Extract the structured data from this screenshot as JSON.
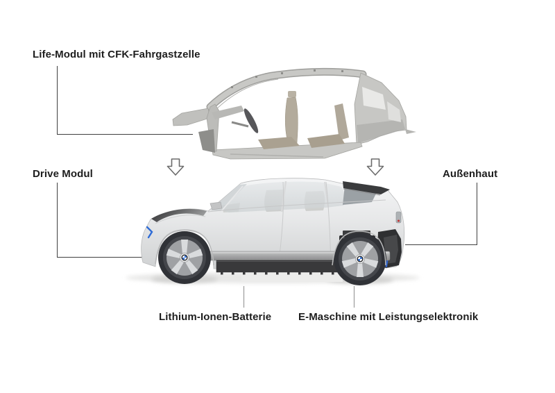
{
  "labels": {
    "life_module": "Life-Modul mit CFK-Fahrgastzelle",
    "drive_module": "Drive Modul",
    "outer_skin": "Außenhaut",
    "battery": "Lithium-Ionen-Batterie",
    "e_machine": "E-Maschine mit Leistungselektronik"
  },
  "icons": {
    "arrow_left": "down-arrow",
    "arrow_right": "down-arrow"
  },
  "colors": {
    "background": "#ffffff",
    "label_text": "#1d1d1d",
    "leader_line": "#3f3f3f",
    "leader_line_light": "#9a9a9a",
    "arrow_outline": "#6b6b6b",
    "car_body_silver": "#e0e2e3",
    "accent_blue": "#2f6cd6",
    "battery_dark": "#39393b",
    "chassis_beam_gray": "#a6a7a8",
    "frame_gray": "#c7c7c4",
    "seat_tan": "#b3ab9c",
    "spoiler_dark": "#3a3b3d"
  }
}
